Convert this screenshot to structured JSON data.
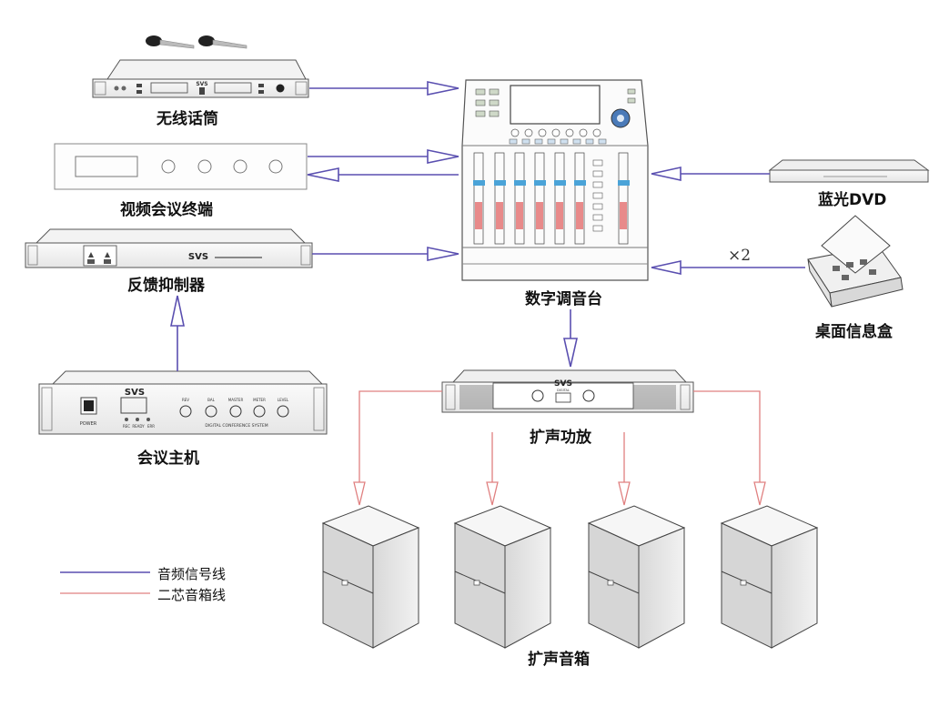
{
  "devices": {
    "wireless_mic": "无线话筒",
    "video_conf": "视频会议终端",
    "feedback_suppressor": "反馈抑制器",
    "conference_host": "会议主机",
    "digital_mixer": "数字调音台",
    "bluray_dvd": "蓝光DVD",
    "desktop_box": "桌面信息盒",
    "amplifier": "扩声功放",
    "speakers": "扩声音箱"
  },
  "multiplier": "×2",
  "brand": "SVS",
  "panel_text": {
    "host_power": "POWER",
    "host_caption": "DIGITAL CONFERENCE SYSTEM",
    "host_buttons": [
      "REC",
      "READY",
      "ERR"
    ],
    "host_knobs": [
      "REV",
      "BAL",
      "MASTER",
      "METER",
      "LEVEL"
    ],
    "amp_caption": "DIGITAL"
  },
  "legend": [
    {
      "label": "音频信号线",
      "color": "#5a4fb0"
    },
    {
      "label": "二芯音箱线",
      "color": "#e08080"
    }
  ],
  "colors": {
    "audio": "#5a4fb0",
    "speaker": "#e08080",
    "outline": "#555555"
  }
}
